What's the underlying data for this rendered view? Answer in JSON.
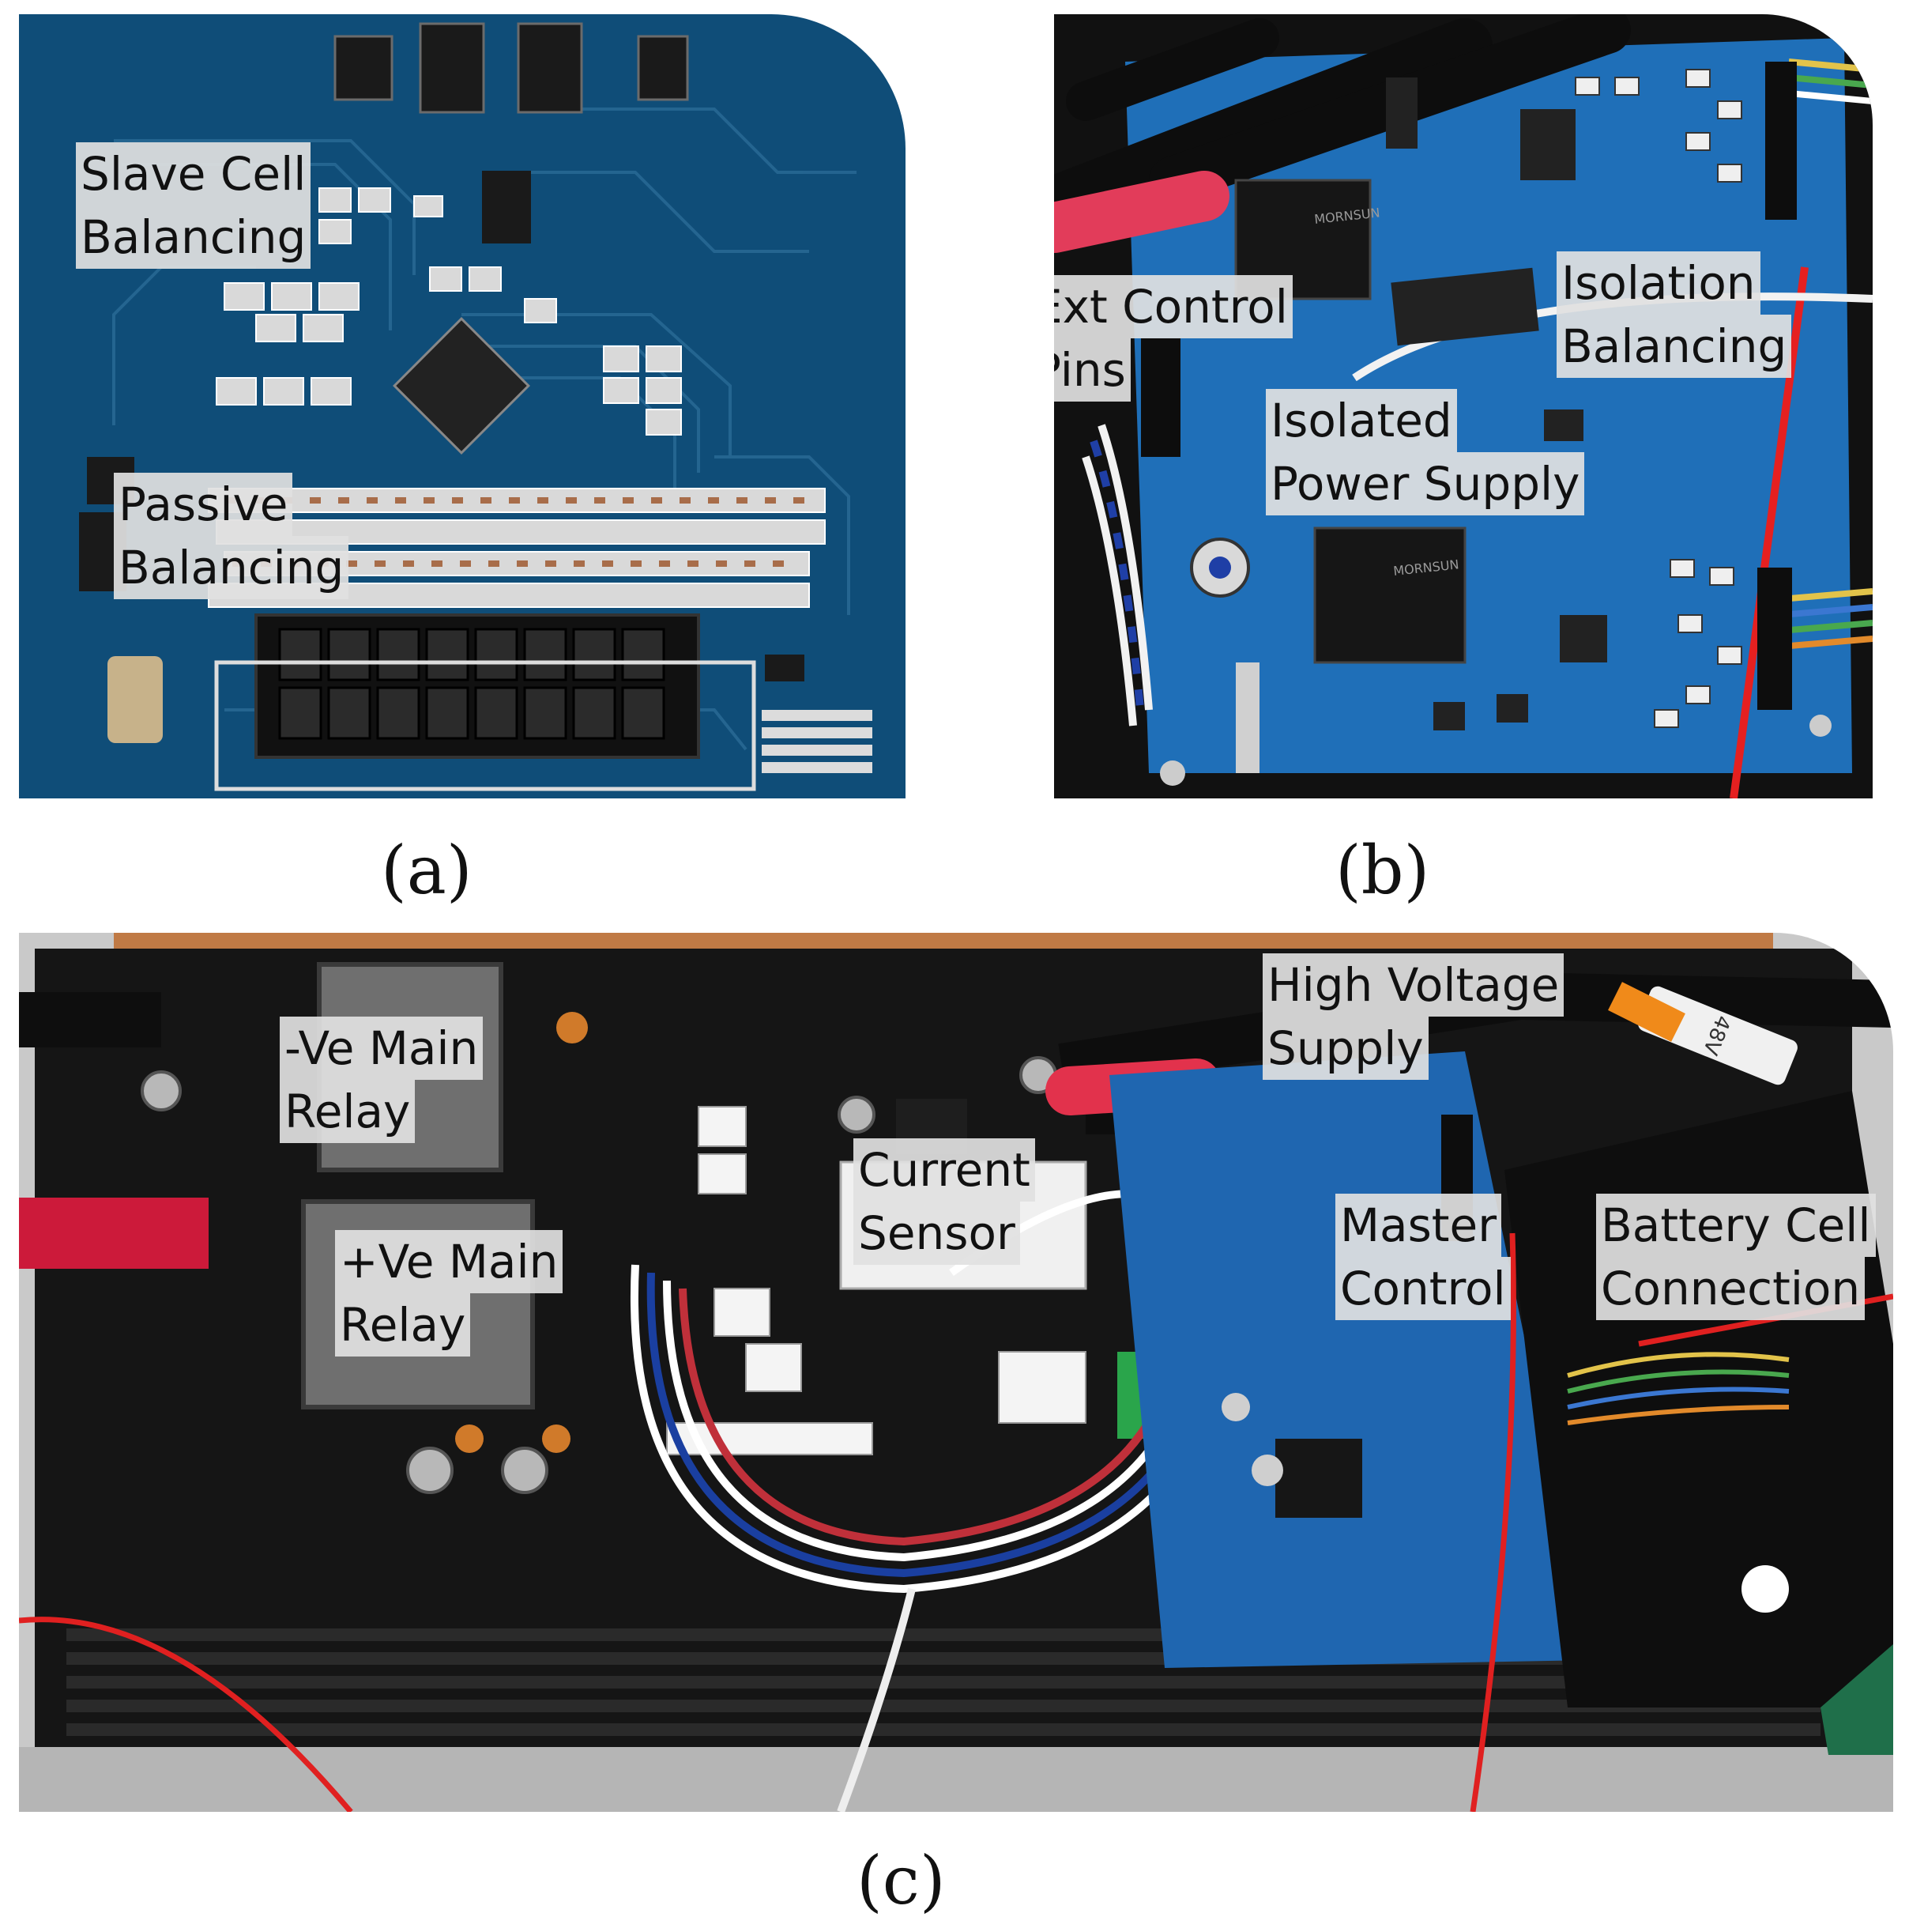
{
  "panels": {
    "a": {
      "caption": "(a)",
      "labels": {
        "slave_cell_1": "Slave Cell",
        "slave_cell_2": "Balancing",
        "passive_1": "Passive",
        "passive_2": "Balancing"
      },
      "colors": {
        "board": "#0f4d78",
        "trace": "#2a6b96"
      }
    },
    "b": {
      "caption": "(b)",
      "labels": {
        "ext_control_1": "Ext Control",
        "ext_control_2": "Pins",
        "isolation_1": "Isolation",
        "isolation_2": "Balancing",
        "isolated_psu_1": "Isolated",
        "isolated_psu_2": "Power Supply"
      },
      "component_text": {
        "module_brand": "MORNSUN"
      },
      "colors": {
        "board": "#1f6fb8"
      }
    },
    "c": {
      "caption": "(c)",
      "labels": {
        "neg_relay_1": "-Ve Main",
        "neg_relay_2": "Relay",
        "pos_relay_1": "+Ve Main",
        "pos_relay_2": "Relay",
        "current_sensor_1": "Current",
        "current_sensor_2": "Sensor",
        "hv_supply_1": "High Voltage",
        "hv_supply_2": "Supply",
        "master_control_1": "Master",
        "master_control_2": "Control",
        "battery_cell_1": "Battery Cell",
        "battery_cell_2": "Connection"
      },
      "component_text": {
        "tag": "48V"
      },
      "colors": {
        "enclosure": "#151515",
        "board": "#1f66b0"
      }
    }
  }
}
